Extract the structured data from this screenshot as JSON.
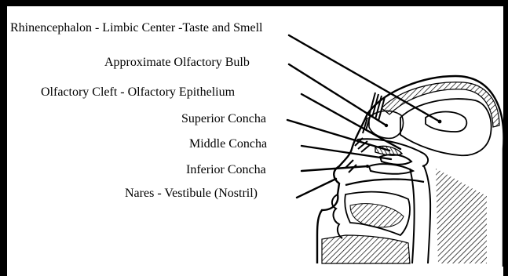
{
  "labels": {
    "rhinencephalon": "Rhinencephalon - Limbic Center -Taste and Smell",
    "olfactory_bulb": "Approximate Olfactory Bulb",
    "olfactory_cleft": "Olfactory Cleft - Olfactory Epithelium",
    "superior_concha": "Superior Concha",
    "middle_concha": "Middle Concha",
    "inferior_concha": "Inferior Concha",
    "nares": "Nares - Vestibule (Nostril)"
  }
}
